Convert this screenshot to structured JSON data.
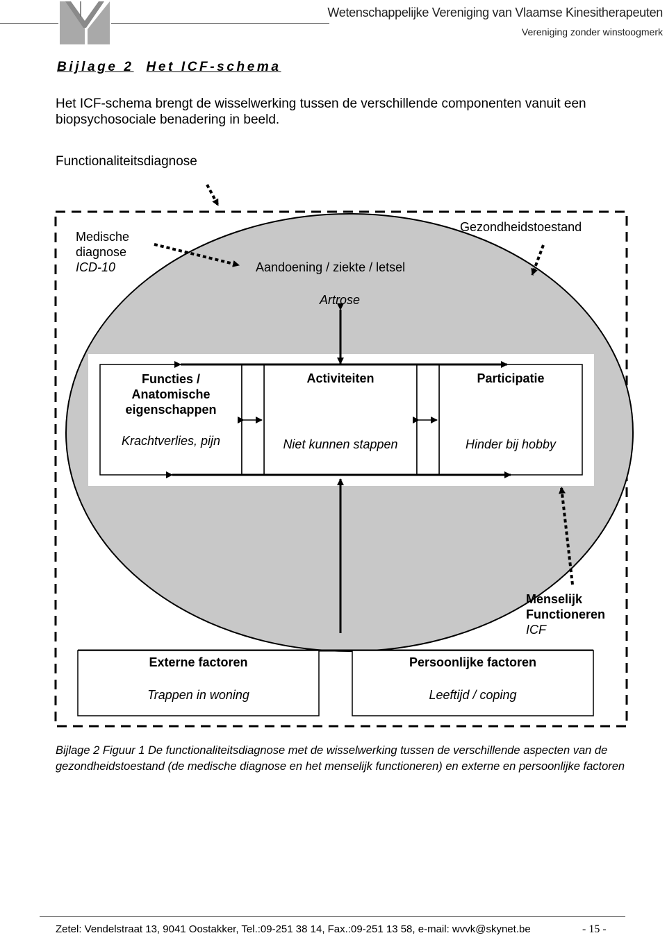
{
  "header": {
    "org_name": "Wetenschappelijke Vereniging van Vlaamse Kinesitherapeuten",
    "org_sub": "Vereniging zonder winstoogmerk",
    "logo_icon": "wvvk-logo-icon"
  },
  "heading": {
    "part1": "Bijlage 2",
    "part2": "Het ICF-schema"
  },
  "intro": "Het ICF-schema brengt  de wisselwerking tussen de verschillende componenten vanuit een biopsychosociale benadering in beeld.",
  "diagram": {
    "title": "Functionaliteitsdiagnose",
    "medische_l1": "Medische",
    "medische_l2": "diagnose",
    "medische_l3": "ICD-10",
    "aandoening": "Aandoening / ziekte / letsel",
    "gezondheid": "Gezondheidstoestand",
    "artrose": "Artrose",
    "functies_l1": "Functies /",
    "functies_l2": "Anatomische",
    "functies_l3": "eigenschappen",
    "functies_ex": "Krachtverlies, pijn",
    "activiteiten": "Activiteiten",
    "activiteiten_ex": "Niet kunnen stappen",
    "participatie": "Participatie",
    "participatie_ex": "Hinder bij hobby",
    "menselijk_l1": "Menselijk",
    "menselijk_l2": "Functioneren",
    "menselijk_l3": "ICF",
    "externe": "Externe factoren",
    "externe_ex": "Trappen in woning",
    "persoonlijke": "Persoonlijke factoren",
    "persoonlijke_ex": "Leeftijd / coping"
  },
  "caption": "Bijlage 2  Figuur 1  De functionaliteitsdiagnose met de wisselwerking tussen de verschillende aspecten van de gezondheidstoestand (de medische diagnose en het menselijk functioneren) en externe en persoonlijke factoren",
  "footer": {
    "address": "Zetel: Vendelstraat 13, 9041 Oostakker, Tel.:09-251 38 14, Fax.:09-251 13 58, e-mail: wvvk@skynet.be",
    "page": "- 15 -"
  },
  "colors": {
    "ellipse_fill": "#c8c8c8",
    "text": "#000000"
  }
}
